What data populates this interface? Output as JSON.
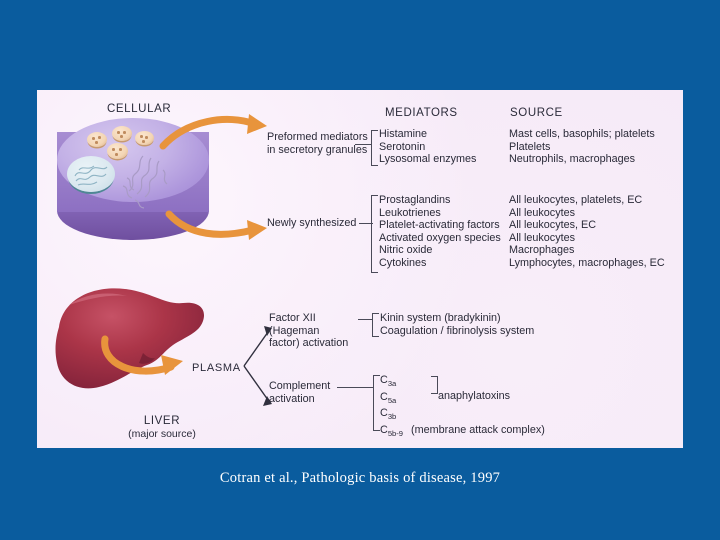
{
  "slide": {
    "background_color": "#0a5c9e",
    "caption": "Cotran et al., Pathologic basis of disease, 1997"
  },
  "figure": {
    "background_color": "#f6eaf8",
    "headers": {
      "cellular": "CELLULAR",
      "mediators": "MEDIATORS",
      "source": "SOURCE"
    },
    "cell_label": "CELLULAR",
    "liver_label": "LIVER",
    "liver_sublabel": "(major source)",
    "plasma_label": "PLASMA",
    "groups": [
      {
        "id": "preformed",
        "label": "Preformed mediators\nin secretory granules",
        "label_line1": "Preformed mediators",
        "label_line2": "in secretory granules",
        "mediators": [
          "Histamine",
          "Serotonin",
          "Lysosomal enzymes"
        ],
        "sources": [
          "Mast cells, basophils; platelets",
          "Platelets",
          "Neutrophils, macrophages"
        ]
      },
      {
        "id": "newly-synthesized",
        "label_line1": "Newly synthesized",
        "label_line2": "",
        "mediators": [
          "Prostaglandins",
          "Leukotrienes",
          "Platelet-activating factors",
          "Activated oxygen species",
          "Nitric oxide",
          "Cytokines"
        ],
        "sources": [
          "All leukocytes, platelets, EC",
          "All leukocytes",
          "All leukocytes, EC",
          "All leukocytes",
          "Macrophages",
          "Lymphocytes, macrophages, EC"
        ]
      },
      {
        "id": "factor-xii",
        "label_line1": "Factor XII (Hageman",
        "label_line2": "factor) activation",
        "mediators": [
          "Kinin system (bradykinin)",
          "Coagulation / fibrinolysis system"
        ],
        "sources": []
      },
      {
        "id": "complement",
        "label_line1": "Complement",
        "label_line2": "activation",
        "complement_items": [
          {
            "base": "C",
            "sub": "3a"
          },
          {
            "base": "C",
            "sub": "5a"
          },
          {
            "base": "C",
            "sub": "3b"
          },
          {
            "base": "C",
            "sub": "5b-9"
          }
        ],
        "anaphylatoxins_label": "anaphylatoxins",
        "mac_label": "(membrane attack complex)"
      }
    ],
    "colors": {
      "arrow": "#e8943c",
      "cell_top": "#c3b1e6",
      "cell_side": "#7d5cb0",
      "granule": "#f3d5b4",
      "nucleus": "#dce9f0",
      "liver": "#b03a4e",
      "text": "#2a2a38"
    },
    "icons": {
      "arrow_granule": "orange-curved-arrow-icon",
      "arrow_er": "orange-curved-arrow-icon",
      "arrow_liver": "orange-curved-arrow-icon",
      "plasma_branch": "branch-arrows-icon"
    }
  }
}
